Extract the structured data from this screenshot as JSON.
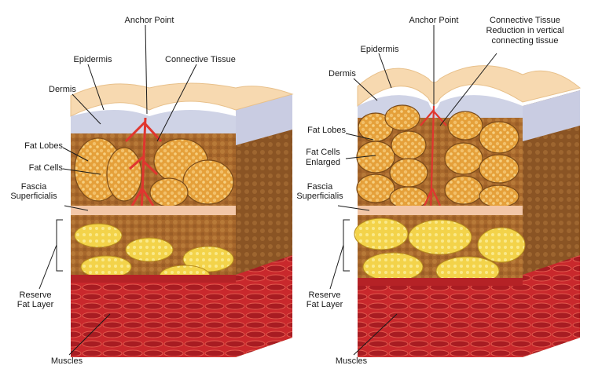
{
  "left_diagram": {
    "anchor_point": "Anchor Point",
    "epidermis": "Epidermis",
    "dermis": "Dermis",
    "connective_tissue": "Connective Tissue",
    "fat_lobes": "Fat Lobes",
    "fat_cells": "Fat Cells",
    "fascia_line1": "Fascia",
    "fascia_line2": "Superficialis",
    "reserve_line1": "Reserve",
    "reserve_line2": "Fat Layer",
    "muscles": "Muscles"
  },
  "right_diagram": {
    "anchor_point": "Anchor Point",
    "connective_line1": "Connective Tissue",
    "connective_line2": "Reduction in vertical",
    "connective_line3": "connecting tissue",
    "epidermis": "Epidermis",
    "dermis": "Dermis",
    "fat_lobes": "Fat Lobes",
    "fat_cells_line1": "Fat Cells",
    "fat_cells_line2": "Enlarged",
    "fascia_line1": "Fascia",
    "fascia_line2": "Superficialis",
    "reserve_line1": "Reserve",
    "reserve_line2": "Fat Layer",
    "muscles": "Muscles"
  },
  "colors": {
    "epidermis": "#f7d9b0",
    "dermis": "#cfd3e6",
    "fat_lobe": "#e5a03a",
    "reserve_fat": "#f3d34a",
    "muscle": "#c9282c",
    "connective": "#e0362f"
  }
}
